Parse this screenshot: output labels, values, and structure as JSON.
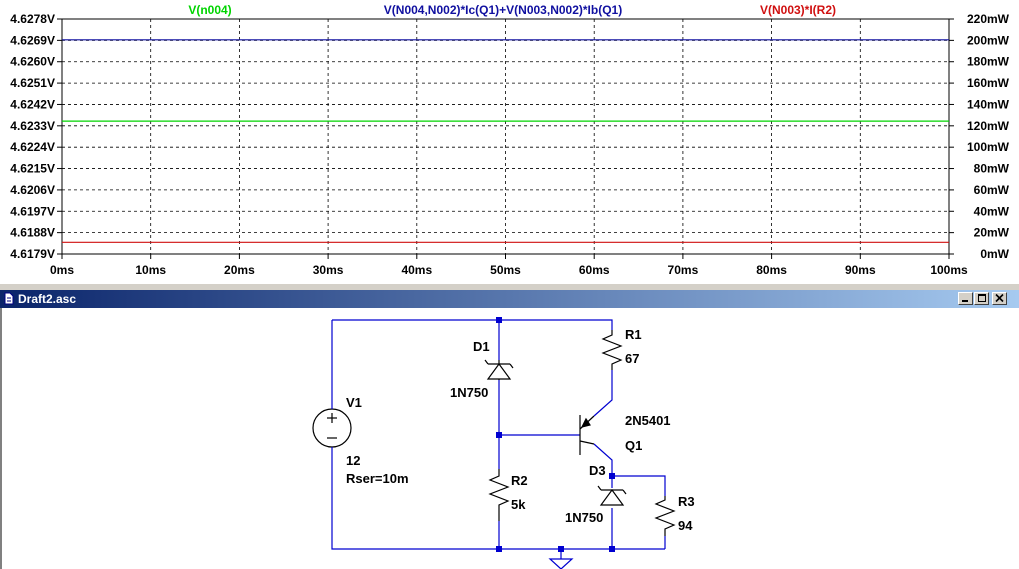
{
  "plot": {
    "traces": [
      {
        "label": "V(n004)",
        "color": "#00d400"
      },
      {
        "label": "V(N004,N002)*Ic(Q1)+V(N003,N002)*Ib(Q1)",
        "color": "#1010a0"
      },
      {
        "label": "V(N003)*I(R2)",
        "color": "#d01010"
      }
    ],
    "left_axis_ticks": [
      "4.6278V",
      "4.6269V",
      "4.6260V",
      "4.6251V",
      "4.6242V",
      "4.6233V",
      "4.6224V",
      "4.6215V",
      "4.6206V",
      "4.6197V",
      "4.6188V",
      "4.6179V"
    ],
    "right_axis_ticks": [
      "220mW",
      "200mW",
      "180mW",
      "160mW",
      "140mW",
      "120mW",
      "100mW",
      "80mW",
      "60mW",
      "40mW",
      "20mW",
      "0mW"
    ],
    "x_axis_ticks": [
      "0ms",
      "10ms",
      "20ms",
      "30ms",
      "40ms",
      "50ms",
      "60ms",
      "70ms",
      "80ms",
      "90ms",
      "100ms"
    ]
  },
  "chart_data": {
    "type": "line",
    "x": [
      0,
      100
    ],
    "xlim": [
      0,
      100
    ],
    "ylim_left": [
      4.6179,
      4.6278
    ],
    "ylim_right": [
      0,
      220
    ],
    "grid": true,
    "series": [
      {
        "name": "V(n004)",
        "axis": "left",
        "y": [
          4.6235,
          4.6235
        ],
        "color": "#00d400"
      },
      {
        "name": "V(N004,N002)*Ic(Q1)+V(N003,N002)*Ib(Q1)",
        "axis": "right",
        "y": [
          200.5,
          200.5
        ],
        "color": "#1010a0"
      },
      {
        "name": "V(N003)*I(R2)",
        "axis": "right",
        "y": [
          11,
          11
        ],
        "color": "#d01010"
      }
    ]
  },
  "window": {
    "title": "Draft2.asc"
  },
  "schematic": {
    "v1_name": "V1",
    "v1_value": "12",
    "v1_rser": "Rser=10m",
    "d1_name": "D1",
    "d1_model": "1N750",
    "r1_name": "R1",
    "r1_value": "67",
    "q1_model": "2N5401",
    "q1_name": "Q1",
    "r2_name": "R2",
    "r2_value": "5k",
    "d3_name": "D3",
    "d3_model": "1N750",
    "r3_name": "R3",
    "r3_value": "94"
  }
}
